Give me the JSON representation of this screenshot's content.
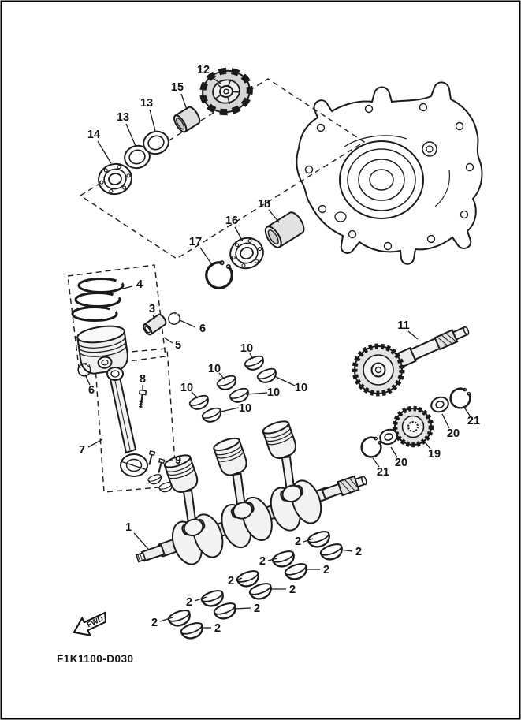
{
  "diagram": {
    "code": "F1K1100-D030",
    "fwd_label": "FWD",
    "callouts": [
      {
        "n": "12"
      },
      {
        "n": "15"
      },
      {
        "n": "13"
      },
      {
        "n": "13"
      },
      {
        "n": "14"
      },
      {
        "n": "18"
      },
      {
        "n": "16"
      },
      {
        "n": "17"
      },
      {
        "n": "4"
      },
      {
        "n": "3"
      },
      {
        "n": "6"
      },
      {
        "n": "5"
      },
      {
        "n": "6"
      },
      {
        "n": "10"
      },
      {
        "n": "10"
      },
      {
        "n": "10"
      },
      {
        "n": "10"
      },
      {
        "n": "10"
      },
      {
        "n": "10"
      },
      {
        "n": "11"
      },
      {
        "n": "8"
      },
      {
        "n": "7"
      },
      {
        "n": "9"
      },
      {
        "n": "19"
      },
      {
        "n": "20"
      },
      {
        "n": "21"
      },
      {
        "n": "20"
      },
      {
        "n": "21"
      },
      {
        "n": "1"
      },
      {
        "n": "2"
      },
      {
        "n": "2"
      },
      {
        "n": "2"
      },
      {
        "n": "2"
      },
      {
        "n": "2"
      },
      {
        "n": "2"
      },
      {
        "n": "2"
      },
      {
        "n": "2"
      },
      {
        "n": "2"
      },
      {
        "n": "2"
      }
    ]
  }
}
